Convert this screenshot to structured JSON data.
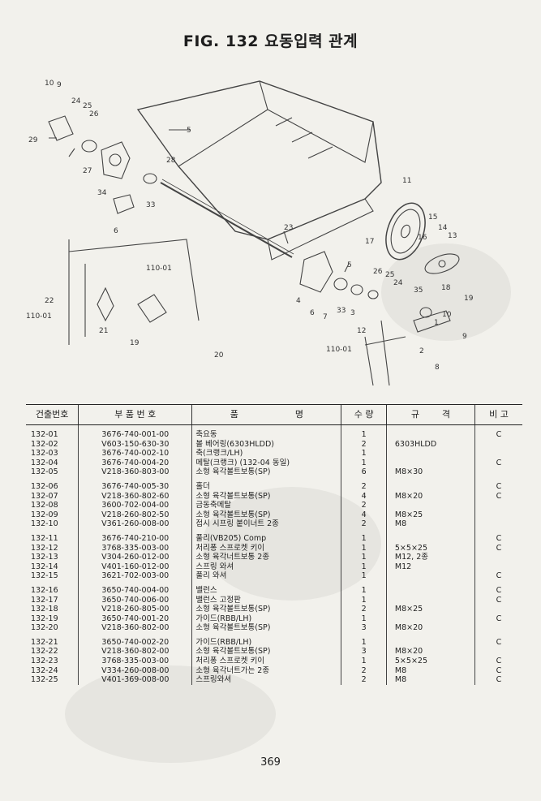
{
  "title": "FIG. 132 요동입력 관계",
  "diagram": {
    "labels": [
      "10",
      "9",
      "24",
      "25",
      "26",
      "29",
      "27",
      "5",
      "28",
      "34",
      "33",
      "6",
      "11",
      "15",
      "14",
      "13",
      "16",
      "17",
      "23",
      "5",
      "26",
      "25",
      "24",
      "18",
      "19",
      "4",
      "6",
      "7",
      "33",
      "3",
      "12",
      "35",
      "10",
      "2",
      "8",
      "9",
      "1",
      "22",
      "110-01",
      "110-01",
      "21",
      "19",
      "20",
      "110-01"
    ]
  },
  "table": {
    "headers": [
      "건출번호",
      "부 품 번 호",
      "품                    명",
      "수 량",
      "규        격",
      "비 고"
    ],
    "groups": [
      [
        [
          "132-01",
          "3676-740-001-00",
          "축요동",
          "1",
          "",
          "C"
        ],
        [
          "132-02",
          "V603-150-630-30",
          "볼 베어링(6303HLDD)",
          "2",
          "6303HLDD",
          ""
        ],
        [
          "132-03",
          "3676-740-002-10",
          "축(크랭크/LH)",
          "1",
          "",
          ""
        ],
        [
          "132-04",
          "3676-740-004-20",
          "메탈(크랭크) (132-04 동일)",
          "1",
          "",
          "C"
        ],
        [
          "132-05",
          "V218-360-803-00",
          "소형 육각볼트보통(SP)",
          "6",
          "M8×30",
          ""
        ]
      ],
      [
        [
          "132-06",
          "3676-740-005-30",
          "홀더",
          "2",
          "",
          "C"
        ],
        [
          "132-07",
          "V218-360-802-60",
          "소형 육각볼트보통(SP)",
          "4",
          "M8×20",
          "C"
        ],
        [
          "132-08",
          "3600-702-004-00",
          "금동축메탈",
          "2",
          "",
          ""
        ],
        [
          "132-09",
          "V218-260-802-50",
          "소형 육각볼트보통(SP)",
          "4",
          "M8×25",
          ""
        ],
        [
          "132-10",
          "V361-260-008-00",
          "접시 시프링 붙이너트 2종",
          "2",
          "M8",
          ""
        ]
      ],
      [
        [
          "132-11",
          "3676-740-210-00",
          "풀리(VB205) Comp",
          "1",
          "",
          "C"
        ],
        [
          "132-12",
          "3768-335-003-00",
          "처리퐁 스프로켓 키이",
          "1",
          "5×5×25",
          "C"
        ],
        [
          "132-13",
          "V304-260-012-00",
          "소형 육각너트보통 2종",
          "1",
          "M12, 2종",
          ""
        ],
        [
          "132-14",
          "V401-160-012-00",
          "스프링 와셔",
          "1",
          "M12",
          ""
        ],
        [
          "132-15",
          "3621-702-003-00",
          "풀리 와셔",
          "1",
          "",
          "C"
        ]
      ],
      [
        [
          "132-16",
          "3650-740-004-00",
          "밸런스",
          "1",
          "",
          "C"
        ],
        [
          "132-17",
          "3650-740-006-00",
          "밸런스 고정판",
          "1",
          "",
          "C"
        ],
        [
          "132-18",
          "V218-260-805-00",
          "소형 육각볼트보통(SP)",
          "2",
          "M8×25",
          ""
        ],
        [
          "132-19",
          "3650-740-001-20",
          "가이드(RBB/LH)",
          "1",
          "",
          "C"
        ],
        [
          "132-20",
          "V218-360-802-00",
          "소형 육각볼트보통(SP)",
          "3",
          "M8×20",
          ""
        ]
      ],
      [
        [
          "132-21",
          "3650-740-002-20",
          "가이드(RBB/LH)",
          "1",
          "",
          "C"
        ],
        [
          "132-22",
          "V218-360-802-00",
          "소형 육각볼트보통(SP)",
          "3",
          "M8×20",
          ""
        ],
        [
          "132-23",
          "3768-335-003-00",
          "처리퐁 스프로켓 키이",
          "1",
          "5×5×25",
          "C"
        ],
        [
          "132-24",
          "V334-260-008-00",
          "소형 육각너트가는 2종",
          "2",
          "M8",
          "C"
        ],
        [
          "132-25",
          "V401-369-008-00",
          "스프링와셔",
          "2",
          "M8",
          "C"
        ]
      ]
    ]
  },
  "page_number": "369"
}
